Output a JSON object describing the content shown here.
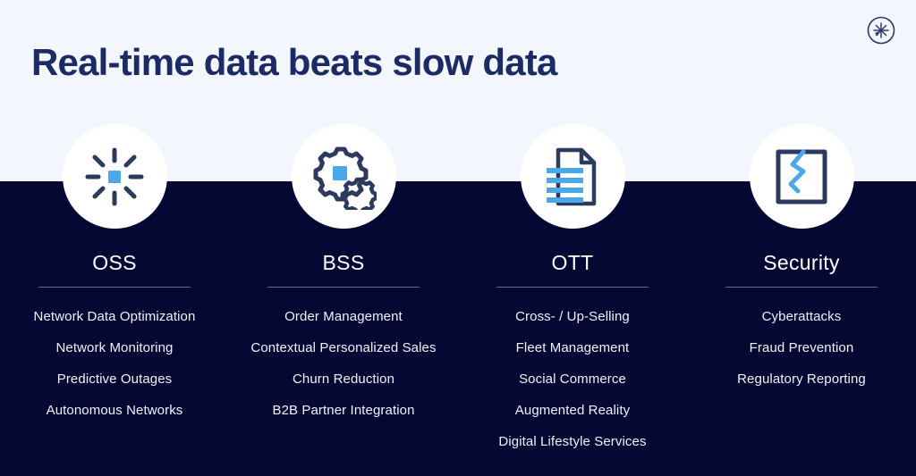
{
  "slide": {
    "title": "Real-time data beats slow data",
    "logo_icon": "starburst-logo-icon",
    "colors": {
      "light_background": "#f3f6fd",
      "dark_background": "#040832",
      "title_navy": "#1c2a66",
      "accent_blue": "#4aa8e8",
      "icon_navy": "#2c3a5e",
      "divider": "#5b6f98",
      "body_text": "#f0f2f8"
    }
  },
  "columns": [
    {
      "heading": "OSS",
      "icon": "starburst-radial-icon",
      "items": [
        "Network Data Optimization",
        "Network Monitoring",
        "Predictive Outages",
        "Autonomous Networks"
      ]
    },
    {
      "heading": "BSS",
      "icon": "gears-icon",
      "items": [
        "Order Management",
        "Contextual Personalized Sales",
        "Churn Reduction",
        "B2B Partner Integration"
      ]
    },
    {
      "heading": "OTT",
      "icon": "document-lines-icon",
      "items": [
        "Cross- / Up-Selling",
        "Fleet Management",
        "Social Commerce",
        "Augmented Reality",
        "Digital Lifestyle Services"
      ]
    },
    {
      "heading": "Security",
      "icon": "cracked-shield-icon",
      "items": [
        "Cyberattacks",
        "Fraud Prevention",
        "Regulatory Reporting"
      ]
    }
  ]
}
